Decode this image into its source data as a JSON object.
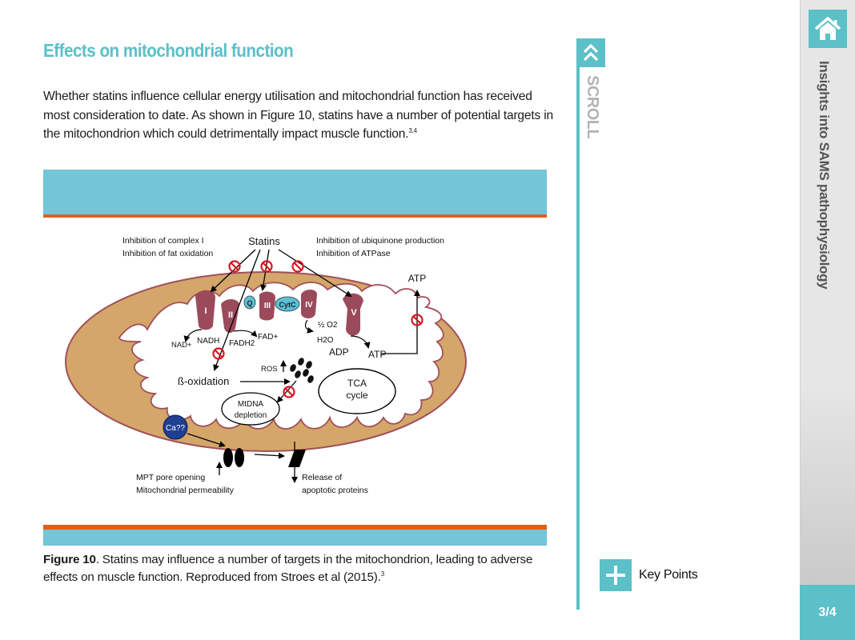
{
  "page": {
    "title": "Effects on mitochondrial function",
    "intro_text": "Whether statins influence cellular energy utilisation and mitochondrial function has received most consideration to date. As shown in Figure 10, statins have a number of potential targets in the mitochondrion which could detrimentally impact muscle function.",
    "intro_refs": "3,4",
    "caption_label": "Figure 10",
    "caption_text": ". Statins may influence a number of targets in the mitochondrion, leading to adverse effects on muscle function. Reproduced from Stroes et al (2015).",
    "caption_ref": "3"
  },
  "figure": {
    "statins": "Statins",
    "left_labels": [
      "Inhibition of complex I",
      "Inhibition of fat oxidation"
    ],
    "right_labels": [
      "Inhibition of ubiquinone production",
      "Inhibition of ATPase"
    ],
    "complexes": [
      "I",
      "II",
      "Q",
      "III",
      "CytC",
      "IV",
      "V"
    ],
    "atp_top": "ATP",
    "nad": "NAD+",
    "nadh": "NADH",
    "fadh2": "FADH2",
    "fad": "FAD+",
    "half_o2": "½ O2",
    "h2o": "H2O",
    "adp": "ADP",
    "atp": "ATP",
    "ros": "ROS",
    "beta_ox": "ß-oxidation",
    "tca": [
      "TCA",
      "cycle"
    ],
    "mtdna": [
      "MtDNA",
      "depletion"
    ],
    "ca": "Ca??",
    "mpt": [
      "MPT pore opening",
      "Mitochondrial permeability"
    ],
    "release": [
      "Release of",
      "apoptotic proteins"
    ],
    "colors": {
      "membrane": "#d4a66a",
      "membrane_edge": "#a0505a",
      "complex": "#9b4a5c",
      "carrier": "#5bc0d8",
      "inhibit": "#d7171f",
      "calcium": "#1f3f93"
    }
  },
  "nav": {
    "scroll_label": "SCROLL",
    "key_points_label": "Key Points",
    "sidebar_title": "Insights into SAMS pathophysiology",
    "page_indicator": "3/4"
  },
  "icons": {
    "scroll_up": "double-chevron-up-icon",
    "key_points": "plus-icon",
    "home": "home-icon"
  },
  "colors": {
    "accent": "#5bc0c8",
    "band": "#73c5d7",
    "band_line": "#e15f1c",
    "sidebar_bg": "#e6e6e6"
  }
}
